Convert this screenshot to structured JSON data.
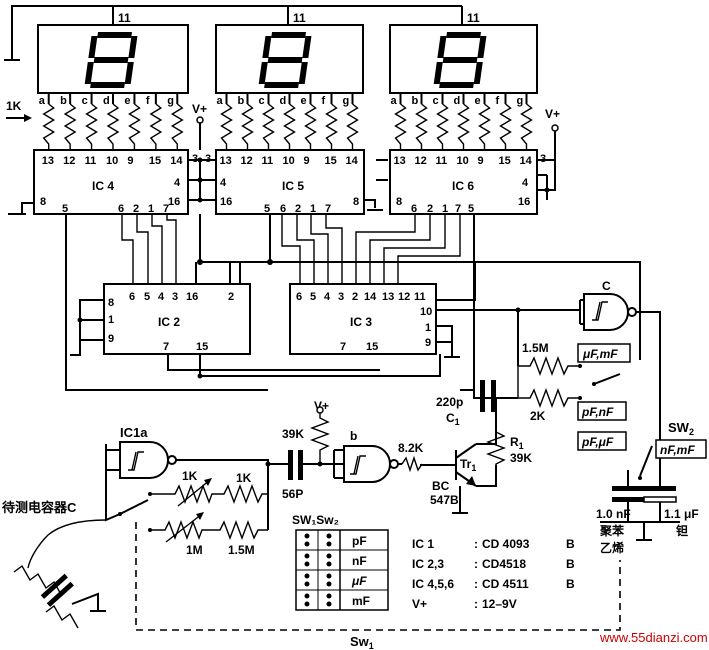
{
  "displays": {
    "pin": "11"
  },
  "segments": [
    "a",
    "b",
    "c",
    "d",
    "e",
    "f",
    "g"
  ],
  "labels": {
    "resistor_1k": "1K",
    "vplus": "V+",
    "ic4": "IC 4",
    "ic5": "IC 5",
    "ic6": "IC 6",
    "ic2": "IC 2",
    "ic3": "IC 3",
    "ic1a": "IC1a",
    "gate_b": "b",
    "gate_c": "C",
    "r39k": "39K",
    "c56p": "56P",
    "r82k": "8.2K",
    "c220p": "220p",
    "c1": "C",
    "c1_sub": "1",
    "r1": "R",
    "r1_sub": "1",
    "r1_val": "39K",
    "tr1": "Tr",
    "tr1_sub": "1",
    "bc": "BC",
    "bc547": "547B",
    "r15m": "1.5M",
    "r2k": "2K",
    "pot1k": "1K",
    "res1k": "1K",
    "pot1m": "1M",
    "res15m": "1.5M",
    "sw2": "SW",
    "sw2_sub": "2",
    "sw1": "Sw",
    "sw1_sub": "1",
    "sw1sw2": "SW₁Sw₂",
    "cap_test": "待测电容器C",
    "cap_10nf": "1.0 nF",
    "cap_poly": "聚苯",
    "cap_poly2": "乙烯",
    "cap_11uf": "1.1 μF",
    "cap_tant": "钽",
    "watermark": "www.55dianzi.com"
  },
  "ic4_top_pins": [
    "13",
    "12",
    "11",
    "10",
    "9",
    "15",
    "14"
  ],
  "ic4_side_pins": [
    "3",
    "4",
    "16"
  ],
  "ic4_bottom_pins": {
    "left": [
      "8",
      "5"
    ],
    "right": [
      "6",
      "2",
      "1",
      "7"
    ]
  },
  "ic5_top_pins": [
    "13",
    "12",
    "11",
    "10",
    "9",
    "15",
    "14"
  ],
  "ic5_side_pins": [
    "3",
    "4",
    "16"
  ],
  "ic5_bottom_pins": [
    "5",
    "6",
    "2",
    "1",
    "7",
    "8"
  ],
  "ic6_top_pins": [
    "13",
    "12",
    "11",
    "10",
    "9",
    "15",
    "14"
  ],
  "ic6_side_pins": [
    "3",
    "4",
    "16"
  ],
  "ic6_bottom_pins": [
    "8",
    "6",
    "2",
    "1",
    "7",
    "5"
  ],
  "ic2_top_pins": [
    "6",
    "5",
    "4",
    "3",
    "16",
    "2"
  ],
  "ic2_left_pins": [
    "8",
    "1",
    "9"
  ],
  "ic2_bottom_pins": [
    "7",
    "15"
  ],
  "ic3_top_pins": [
    "6",
    "5",
    "4",
    "3",
    "2",
    "14",
    "13",
    "12",
    "11"
  ],
  "ic3_right_pins": [
    "10",
    "1",
    "9"
  ],
  "ic3_bottom_pins": [
    "7",
    "15"
  ],
  "switch_labels": [
    "μF,mF",
    "pF,nF",
    "pF,μF",
    "nF,mF"
  ],
  "table_rows": [
    "pF",
    "nF",
    "μF",
    "mF"
  ],
  "parts": [
    {
      "ic": "IC 1",
      "sep": ":",
      "chip": "CD 4093",
      "b": "B"
    },
    {
      "ic": "IC 2,3",
      "sep": ":",
      "chip": "CD4518",
      "b": "B"
    },
    {
      "ic": "IC 4,5,6",
      "sep": ":",
      "chip": "CD 4511",
      "b": "B"
    },
    {
      "ic": "V+",
      "sep": ":",
      "chip": "12–9V",
      "b": ""
    }
  ]
}
